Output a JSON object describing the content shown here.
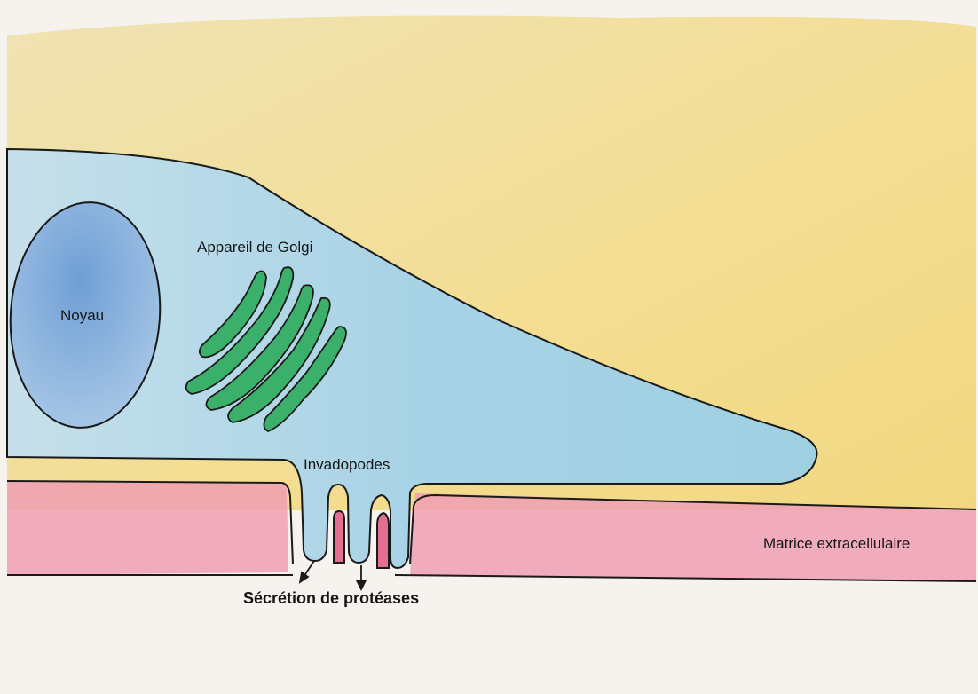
{
  "labels": {
    "nucleus": "Noyau",
    "golgi": "Appareil de Golgi",
    "invadopodia": "Invadopodes",
    "matrix": "Matrice extracellulaire",
    "protease_secretion": "Sécrétion de protéases"
  },
  "colors": {
    "paper": "#f4f0e8",
    "background_yellow": "#f2e3a4",
    "cell_blue": "#a9d4e6",
    "nucleus_blue": "#80add9",
    "golgi_green": "#2fae64",
    "matrix_pink": "#e98ca6",
    "outline": "#1a1a1a"
  }
}
